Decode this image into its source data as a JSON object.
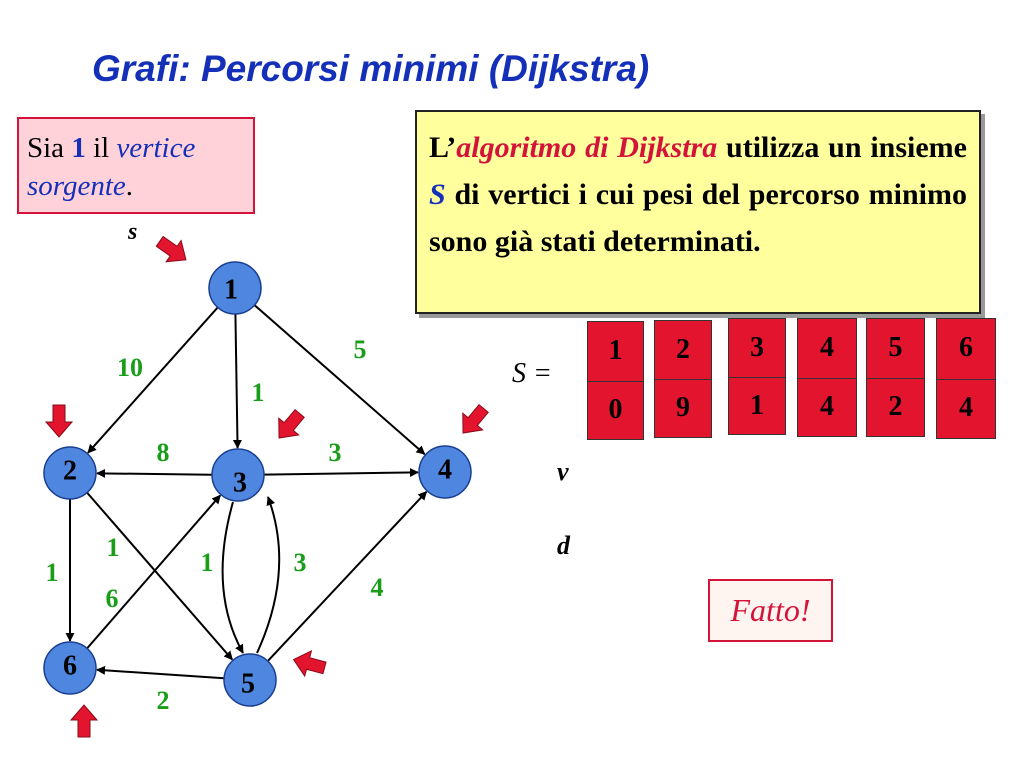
{
  "title": "Grafi: Percorsi minimi (Dijkstra)",
  "intro": {
    "sia": "Sia",
    "source": "1",
    "il": "il",
    "vertice": "vertice",
    "sorgente": "sorgente",
    "dot": "."
  },
  "description": {
    "l": "L’",
    "algoritmo": "algoritmo di Dijkstra",
    "rest1": "utilizza un insieme",
    "S": "S",
    "rest2": "di vertici i cui pesi del percorso minimo sono già stati determinati."
  },
  "labels": {
    "s_marker": "s",
    "S_eq": "S =",
    "v": "v",
    "d": "d"
  },
  "done": "Fatto!",
  "colors": {
    "node_fill": "#4f86e0",
    "edge_weight": "#1a9e1a",
    "arrow_red": "#e3142e",
    "title_blue": "#1530b8"
  },
  "graph": {
    "nodes": [
      "1",
      "2",
      "3",
      "4",
      "5",
      "6"
    ],
    "edges": [
      {
        "from": "1",
        "to": "2",
        "weight": "10"
      },
      {
        "from": "1",
        "to": "3",
        "weight": "1"
      },
      {
        "from": "1",
        "to": "4",
        "weight": "5"
      },
      {
        "from": "3",
        "to": "2",
        "weight": "8"
      },
      {
        "from": "3",
        "to": "4",
        "weight": "3"
      },
      {
        "from": "2",
        "to": "6",
        "weight": "1"
      },
      {
        "from": "2",
        "to": "5",
        "weight": "1"
      },
      {
        "from": "6",
        "to": "3",
        "weight": "6"
      },
      {
        "from": "3",
        "to": "5",
        "weight": "1"
      },
      {
        "from": "5",
        "to": "3",
        "weight": "3"
      },
      {
        "from": "5",
        "to": "4",
        "weight": "4"
      },
      {
        "from": "5",
        "to": "6",
        "weight": "2"
      }
    ]
  },
  "S_set": [
    {
      "v": "1",
      "d": "0"
    },
    {
      "v": "2",
      "d": "9"
    },
    {
      "v": "3",
      "d": "1"
    },
    {
      "v": "4",
      "d": "4"
    },
    {
      "v": "5",
      "d": "2"
    },
    {
      "v": "6",
      "d": "4"
    }
  ]
}
